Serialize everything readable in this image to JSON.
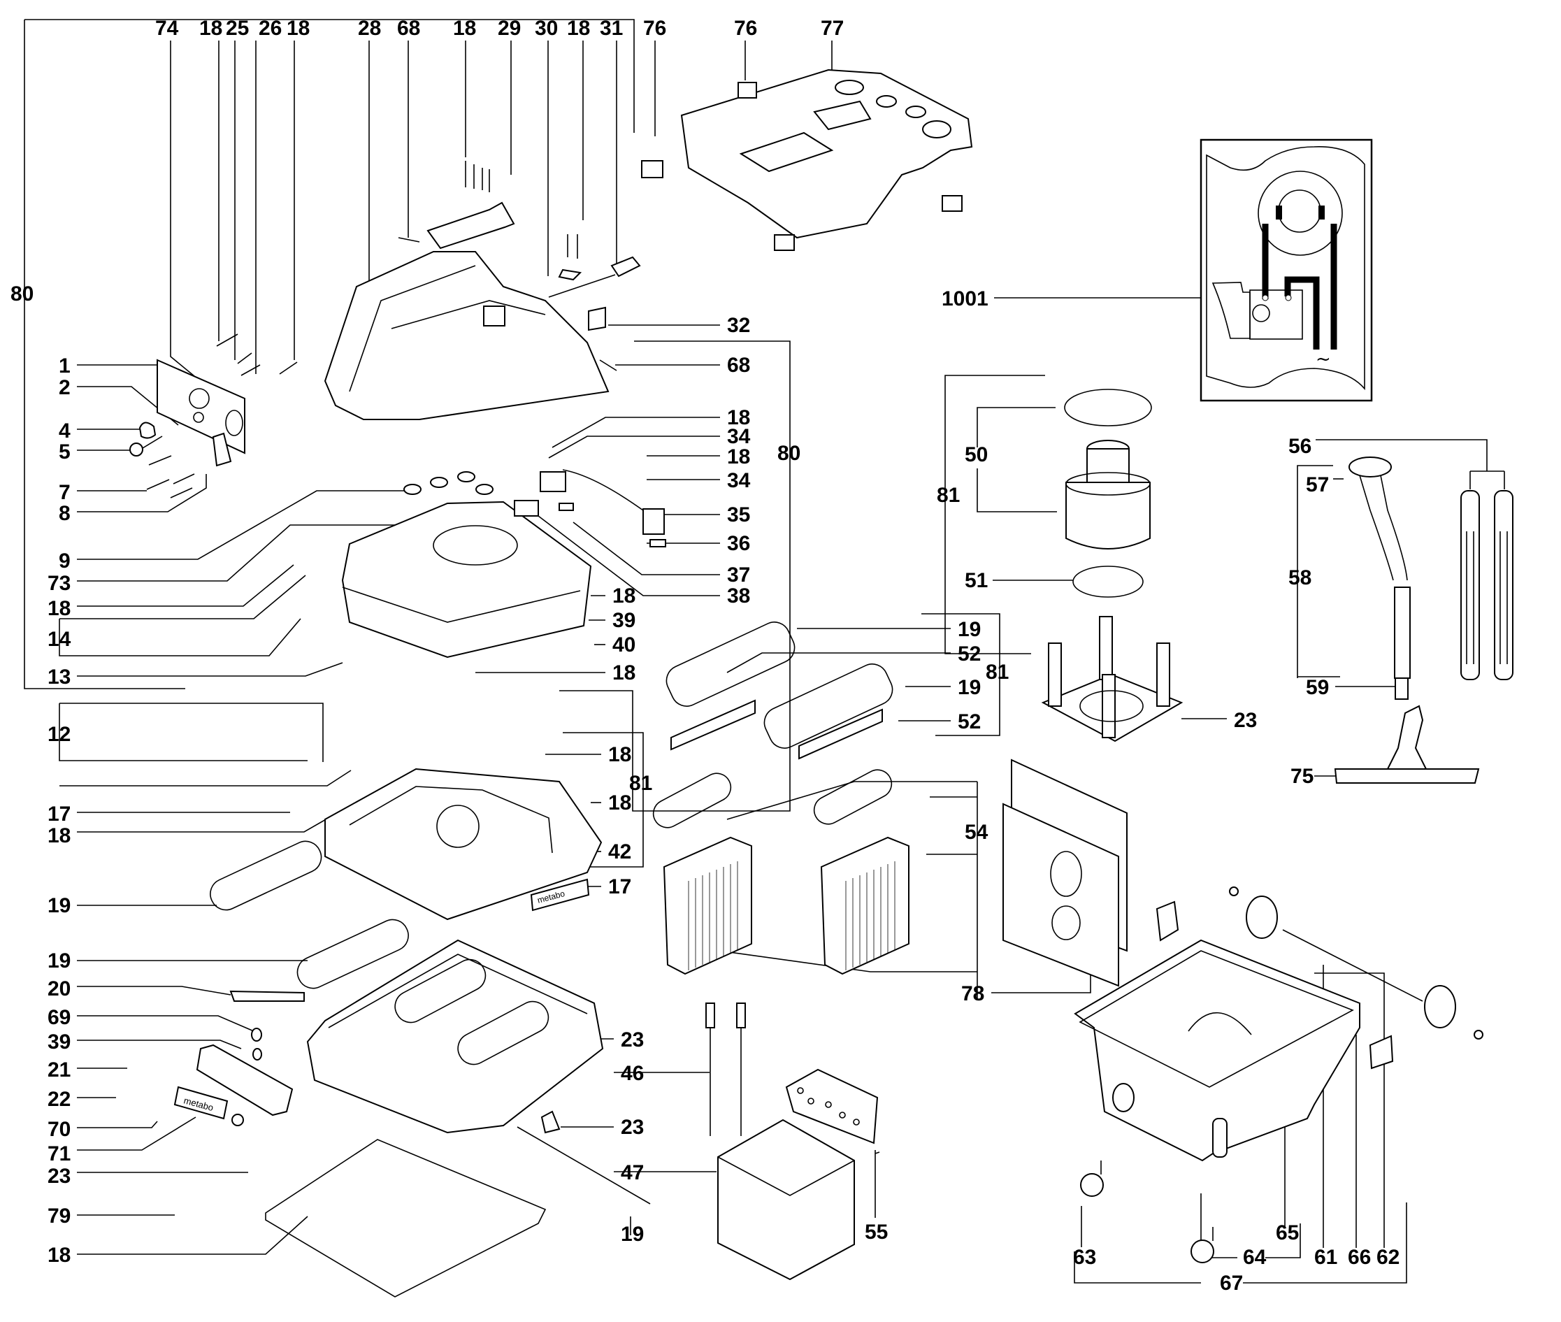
{
  "title": "Exploded parts diagram - wet/dry vacuum cleaner",
  "labels": {
    "top": [
      "74",
      "18",
      "25",
      "26",
      "18",
      "28",
      "68",
      "18",
      "29",
      "30",
      "18",
      "31",
      "76",
      "76",
      "77"
    ],
    "left": [
      "80",
      "1",
      "2",
      "4",
      "5",
      "7",
      "8",
      "9",
      "73",
      "18",
      "14",
      "13",
      "12",
      "17",
      "18",
      "19",
      "19",
      "20",
      "69",
      "39",
      "21",
      "22",
      "70",
      "71",
      "23",
      "79",
      "18"
    ],
    "center": [
      "32",
      "68",
      "18",
      "34",
      "18",
      "34",
      "35",
      "36",
      "37",
      "38",
      "80",
      "18",
      "39",
      "40",
      "18",
      "18",
      "81",
      "18",
      "42",
      "17",
      "23",
      "23",
      "19",
      "46",
      "47",
      "55"
    ],
    "filters": [
      "19",
      "52",
      "19",
      "52",
      "81",
      "54",
      "78"
    ],
    "motor": [
      "1001",
      "50",
      "81",
      "51",
      "23"
    ],
    "hose": [
      "56",
      "57",
      "58",
      "59",
      "75"
    ],
    "container": [
      "63",
      "64",
      "65",
      "61",
      "66",
      "62",
      "67"
    ]
  },
  "callouts": {
    "c74": "74",
    "c18a": "18",
    "c25": "25",
    "c26": "26",
    "c18b": "18",
    "c28": "28",
    "c68a": "68",
    "c18c": "18",
    "c29": "29",
    "c30": "30",
    "c18d": "18",
    "c31": "31",
    "c76a": "76",
    "c76b": "76",
    "c77": "77",
    "c80a": "80",
    "c1": "1",
    "c2": "2",
    "c4": "4",
    "c5": "5",
    "c7": "7",
    "c8": "8",
    "c9": "9",
    "c73": "73",
    "c18e": "18",
    "c14": "14",
    "c13": "13",
    "c12": "12",
    "c17a": "17",
    "c18f": "18",
    "c19a": "19",
    "c19b": "19",
    "c20": "20",
    "c69": "69",
    "c39a": "39",
    "c21": "21",
    "c22": "22",
    "c70": "70",
    "c71": "71",
    "c23a": "23",
    "c79": "79",
    "c18g": "18",
    "c32": "32",
    "c68b": "68",
    "c18h": "18",
    "c34a": "34",
    "c18i": "18",
    "c34b": "34",
    "c35": "35",
    "c36": "36",
    "c37": "37",
    "c38": "38",
    "c80b": "80",
    "c18j": "18",
    "c39b": "39",
    "c40": "40",
    "c18k": "18",
    "c18l": "18",
    "c81a": "81",
    "c18m": "18",
    "c42": "42",
    "c17b": "17",
    "c23b": "23",
    "c23c": "23",
    "c19c": "19",
    "c46": "46",
    "c47": "47",
    "c55": "55",
    "c19d": "19",
    "c52a": "52",
    "c19e": "19",
    "c52b": "52",
    "c81b": "81",
    "c54": "54",
    "c78": "78",
    "c1001": "1001",
    "c50": "50",
    "c81c": "81",
    "c51": "51",
    "c23d": "23",
    "c56": "56",
    "c57": "57",
    "c58": "58",
    "c59": "59",
    "c75": "75",
    "c63": "63",
    "c64": "64",
    "c65": "65",
    "c61": "61",
    "c66": "66",
    "c62": "62",
    "c67": "67"
  },
  "brand_labels": {
    "plate_17": "metabo",
    "plate_22": "metabo"
  },
  "wiring_symbol": "~"
}
